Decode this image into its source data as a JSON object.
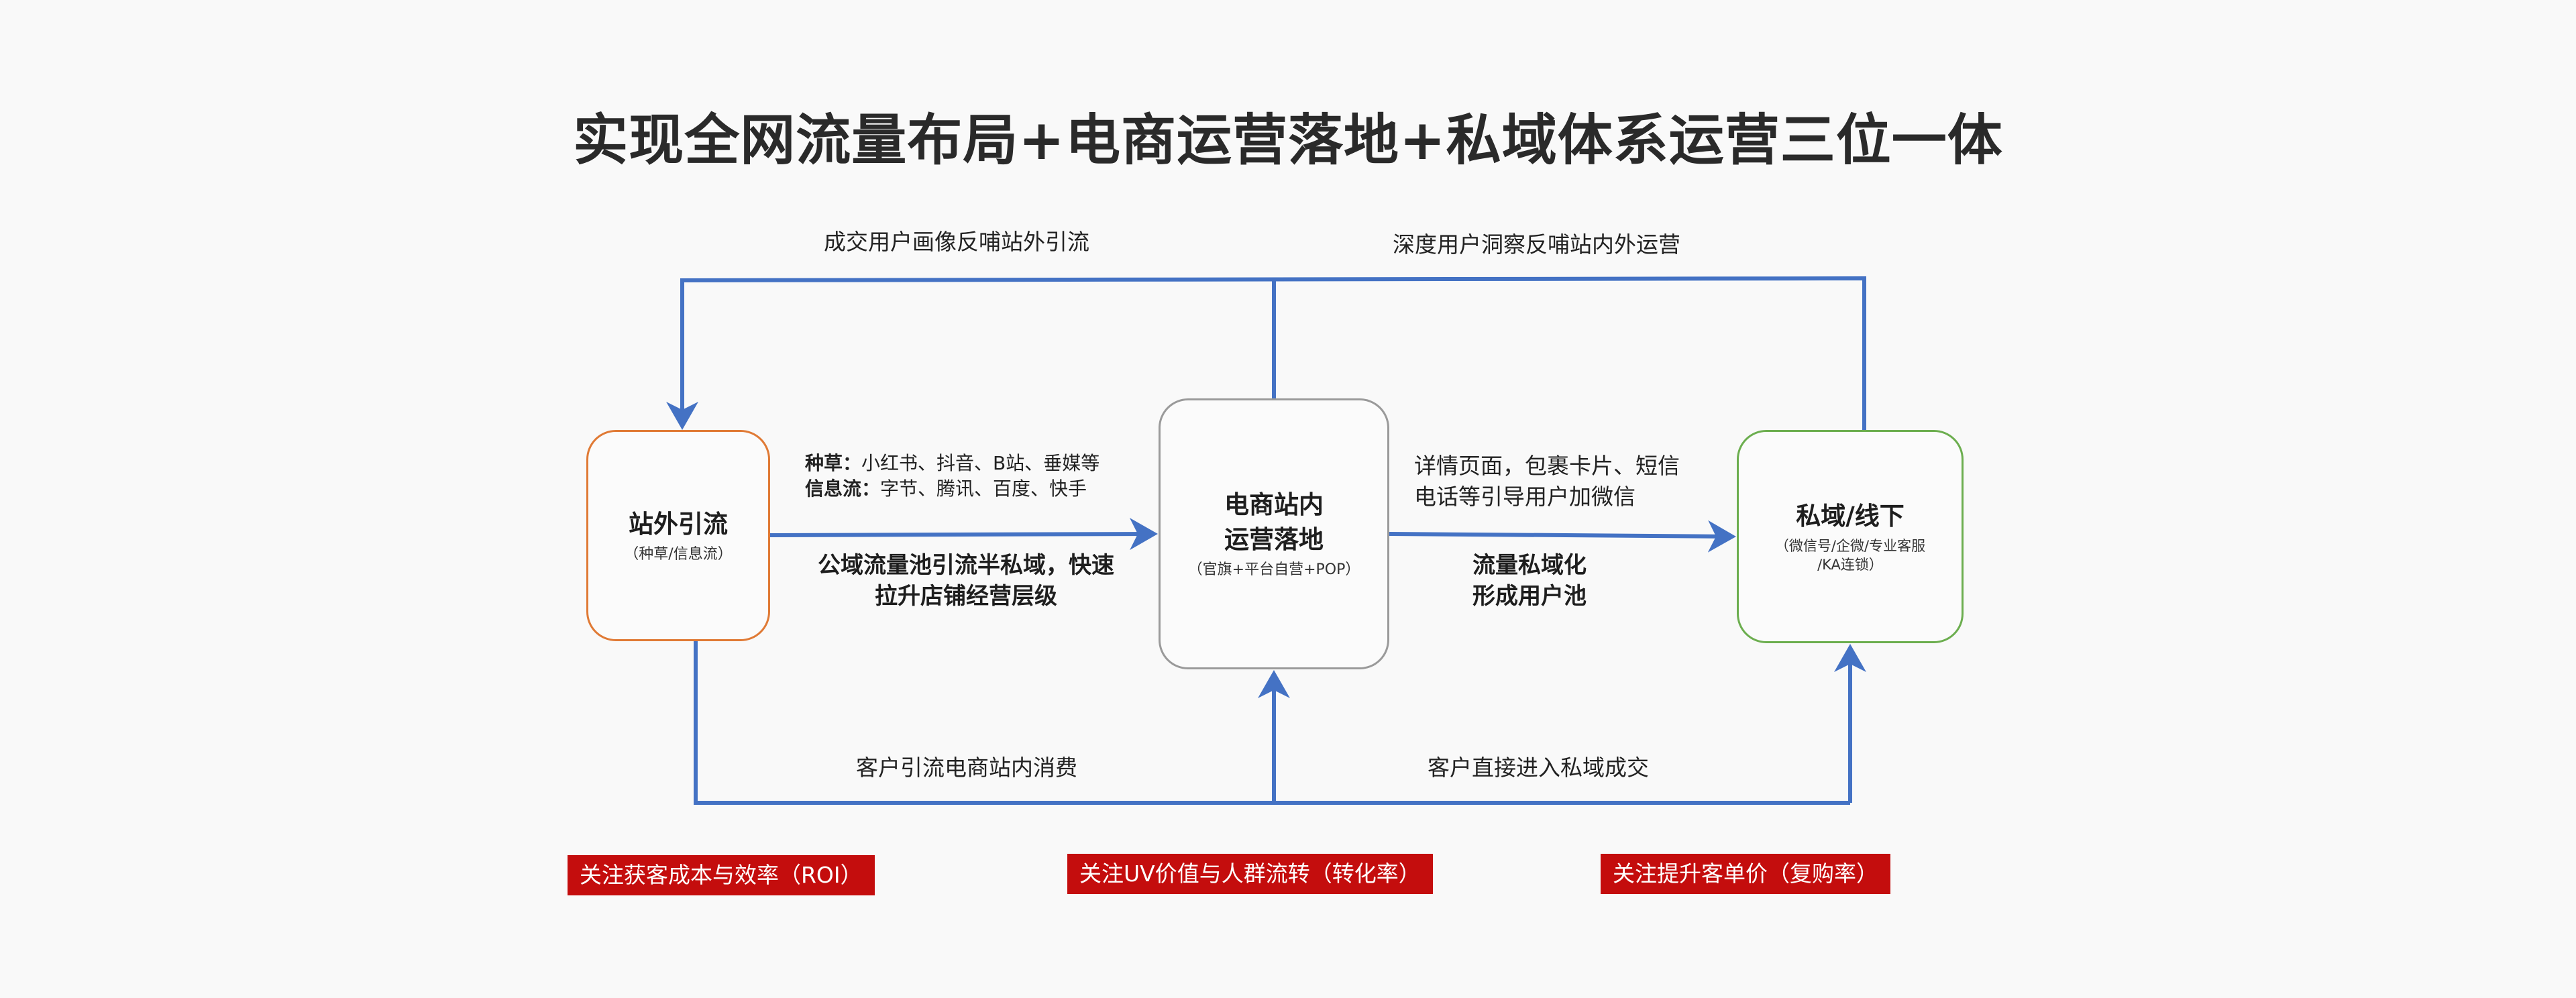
{
  "title": "实现全网流量布局+电商运营落地+私域体系运营三位一体",
  "colors": {
    "arrow": "#4472c4",
    "tag_bg": "#c40d0d",
    "offsite_border": "#e07a35",
    "ecom_border": "#9a9a9a",
    "private_border": "#6cae4f"
  },
  "nodes": {
    "offsite": {
      "name": "站外引流",
      "sub": "（种草/信息流）"
    },
    "ecom": {
      "name_line1": "电商站内",
      "name_line2": "运营落地",
      "sub": "（官旗+平台自营+POP）"
    },
    "private": {
      "name": "私域/线下",
      "sub_line1": "（微信号/企微/专业客服",
      "sub_line2": "/KA连锁）"
    }
  },
  "labels": {
    "top_left": "成交用户画像反哺站外引流",
    "top_right": "深度用户洞察反哺站内外运营",
    "grass_label": "种草：",
    "grass_text": "小红书、抖音、B站、垂媒等",
    "feed_label": "信息流：",
    "feed_text": "字节、腾讯、百度、快手",
    "pool_line1": "公域流量池引流半私域，快速",
    "pool_line2": "拉升店铺经营层级",
    "detail_line1": "详情页面，包裹卡片、短信",
    "detail_line2": "电话等引导用户加微信",
    "private_pool_line1": "流量私域化",
    "private_pool_line2": "形成用户池",
    "bottom_left": "客户引流电商站内消费",
    "bottom_right": "客户直接进入私域成交"
  },
  "tags": {
    "left": "关注获客成本与效率（ROI）",
    "middle": "关注UV价值与人群流转（转化率）",
    "right": "关注提升客单价（复购率）"
  }
}
